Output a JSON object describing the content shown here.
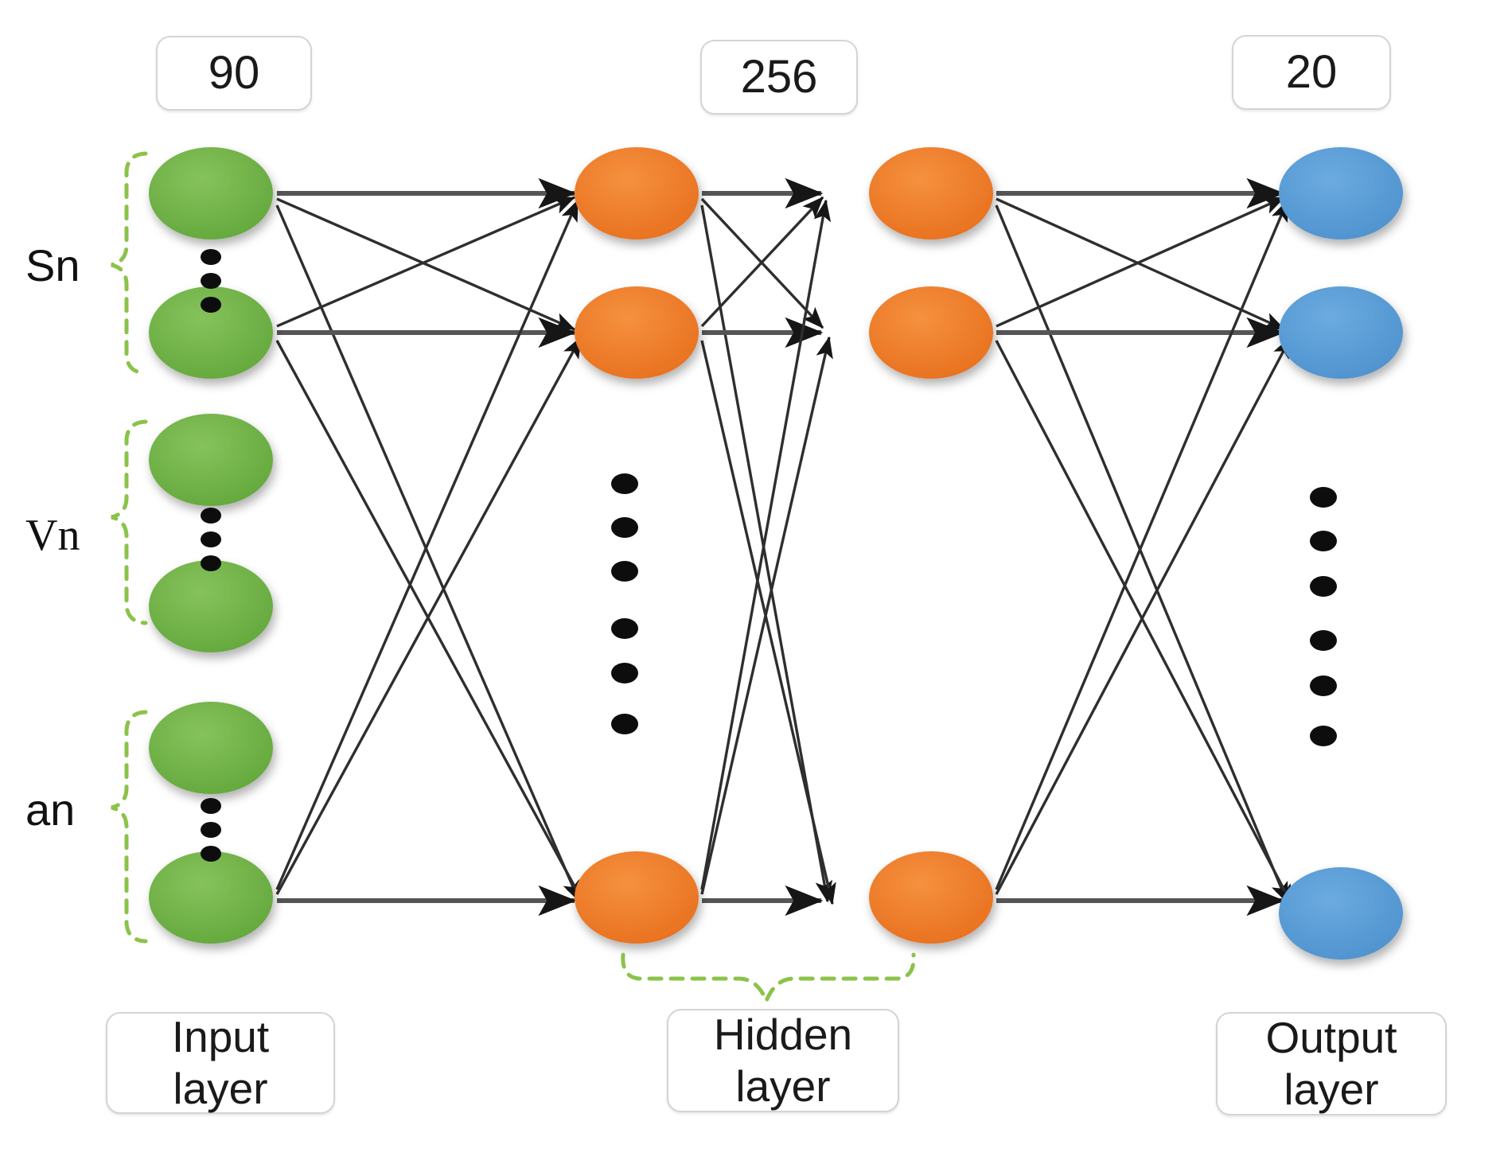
{
  "diagram": {
    "title": "Neural network architecture diagram",
    "background": "#ffffff",
    "colors": {
      "input_node": "#6DAF44",
      "hidden_node": "#ED7D31",
      "output_node": "#5B9BD5",
      "edge": "#3f3f3f",
      "brace": "#8BC34A",
      "box_border": "#d4d4d4",
      "text": "#111111",
      "dot": "#0d0d0d"
    }
  },
  "count_labels": [
    {
      "id": "input-count",
      "text": "90"
    },
    {
      "id": "hidden-count",
      "text": "256"
    },
    {
      "id": "output-count",
      "text": "20"
    }
  ],
  "layer_labels": [
    {
      "id": "input-layer",
      "text": "Input\nlayer"
    },
    {
      "id": "hidden-layer",
      "text": "Hidden\nlayer"
    },
    {
      "id": "output-layer",
      "text": "Output\nlayer"
    }
  ],
  "group_labels": [
    {
      "id": "group-sn",
      "text": "Sn",
      "font": "sans"
    },
    {
      "id": "group-vn",
      "text": "Vn",
      "font": "serif"
    },
    {
      "id": "group-an",
      "text": "an",
      "font": "sans"
    }
  ],
  "chart_data": {
    "type": "diagram",
    "title": "Fully connected neural network",
    "layers": [
      {
        "name": "Input layer",
        "units": 90,
        "color": "#6DAF44",
        "visible_nodes": 6,
        "groups": [
          "Sn",
          "Vn",
          "an"
        ]
      },
      {
        "name": "Hidden layer 1",
        "units": 256,
        "color": "#ED7D31",
        "visible_nodes": 3
      },
      {
        "name": "Hidden layer 2",
        "units": 256,
        "color": "#ED7D31",
        "visible_nodes": 3
      },
      {
        "name": "Output layer",
        "units": 20,
        "color": "#5B9BD5",
        "visible_nodes": 3
      }
    ],
    "connections": "fully-connected between adjacent layers, directed left to right",
    "ellipsis_markers": [
      {
        "layer": "Input layer",
        "groups": 3,
        "dots_per_group": 3
      },
      {
        "layer": "Hidden layer 1",
        "dots": 6
      },
      {
        "layer": "Output layer",
        "dots": 6
      }
    ]
  }
}
